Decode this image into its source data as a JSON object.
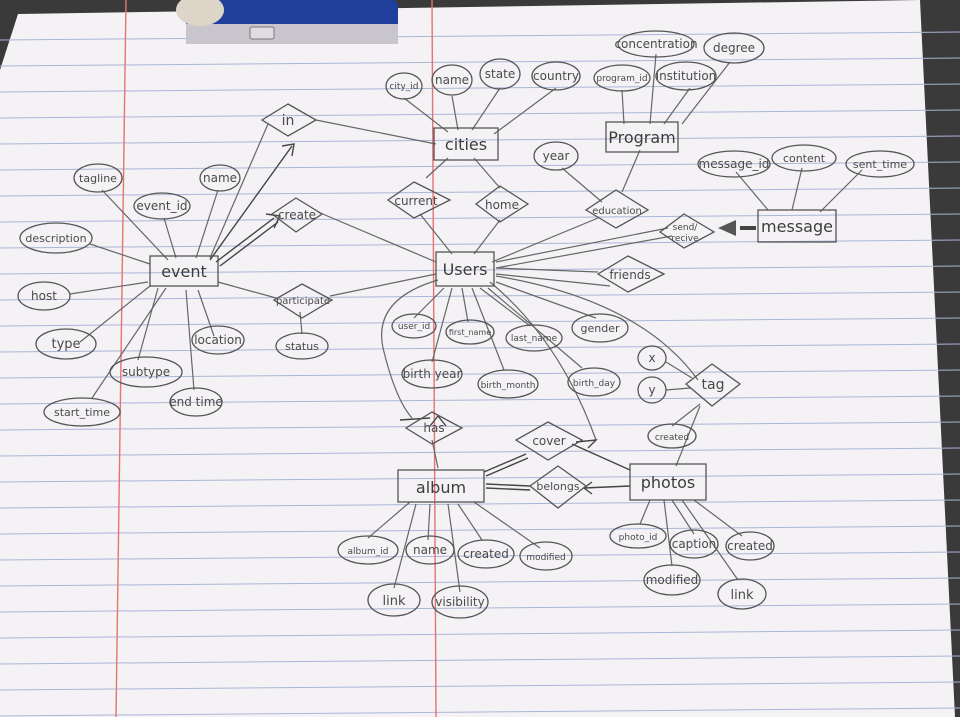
{
  "entities": {
    "cities": "cities",
    "program": "Program",
    "event": "event",
    "users": "Users",
    "message": "message",
    "album": "album",
    "photos": "photos"
  },
  "relationships": {
    "in": "in",
    "create": "create",
    "current": "current",
    "home": "home",
    "education": "education",
    "send_recive_1": "send/",
    "send_recive_2": "recive",
    "friends": "friends",
    "participate": "participate",
    "tag": "tag",
    "has": "has",
    "cover": "cover",
    "belongs": "belongs"
  },
  "attributes": {
    "city_id": "city_id",
    "city_name": "name",
    "state": "state",
    "country": "country",
    "program_id": "program_id",
    "concentration": "concentration",
    "institution": "institution",
    "degree": "degree",
    "year": "year",
    "message_id": "message_id",
    "content": "content",
    "sent_time": "sent_time",
    "tagline": "tagline",
    "event_id": "event_id",
    "event_name": "name",
    "description": "description",
    "host": "host",
    "type": "type",
    "subtype": "subtype",
    "location": "location",
    "start_time": "start_time",
    "end_time": "end time",
    "status": "status",
    "user_id": "user_id",
    "first_name": "first_name",
    "last_name": "last_name",
    "gender": "gender",
    "birth_year": "birth year",
    "birth_month": "birth_month",
    "birth_day": "birth_day",
    "tag_x": "x",
    "tag_y": "y",
    "tag_created": "created",
    "album_id": "album_id",
    "album_name": "name",
    "album_created": "created",
    "album_modified": "modified",
    "album_link": "link",
    "visibility": "visibility",
    "photo_id": "photo_id",
    "caption": "caption",
    "photo_created": "created",
    "photo_modified": "modified",
    "photo_link": "link"
  },
  "colors": {
    "paper": "#f4f2f5",
    "rule_line": "#aab6d6",
    "margin_line": "#e6736f",
    "pencil": "#555555",
    "eraser_blue": "#1f3f9a",
    "background": "#3a3a3a"
  }
}
